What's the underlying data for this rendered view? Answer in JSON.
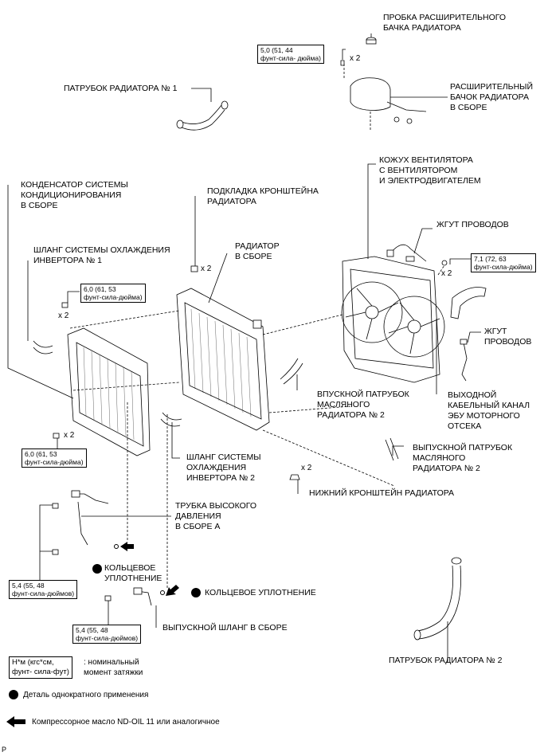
{
  "labels": {
    "cap": [
      "ПРОБКА РАСШИРИТЕЛЬНОГО",
      "БАЧКА РАДИАТОРА"
    ],
    "reserve_tank": [
      "РАСШИРИТЕЛЬНЫЙ",
      "БАЧОК РАДИАТОРА",
      "В СБОРЕ"
    ],
    "hose1": [
      "ПАТРУБОК РАДИАТОРА № 1"
    ],
    "fan_shroud": [
      "КОЖУХ ВЕНТИЛЯТОРА",
      "С ВЕНТИЛЯТОРОМ",
      "И ЭЛЕКТРОДВИГАТЕЛЕМ"
    ],
    "condenser": [
      "КОНДЕНСАТОР СИСТЕМЫ",
      "КОНДИЦИОНИРОВАНИЯ",
      "В СБОРЕ"
    ],
    "support_cushion": [
      "ПОДКЛАДКА КРОНШТЕЙНА",
      "РАДИАТОРА"
    ],
    "wire_harness1": [
      "ЖГУТ ПРОВОДОВ"
    ],
    "inverter_hose1": [
      "ШЛАНГ СИСТЕМЫ ОХЛАЖДЕНИЯ",
      "ИНВЕРТОРА № 1"
    ],
    "radiator": [
      "РАДИАТОР",
      "В СБОРЕ"
    ],
    "wire_harness2": [
      "ЖГУТ",
      "ПРОВОДОВ"
    ],
    "oil_inlet": [
      "ВПУСКНОЙ ПАТРУБОК",
      "МАСЛЯНОГО",
      "РАДИАТОРА № 2"
    ],
    "ecu_duct": [
      "ВЫХОДНОЙ",
      "КАБЕЛЬНЫЙ КАНАЛ",
      "ЭБУ МОТОРНОГО",
      "ОТСЕКА"
    ],
    "inverter_hose2": [
      "ШЛАНГ СИСТЕМЫ",
      "ОХЛАЖДЕНИЯ",
      "ИНВЕРТОРА № 2"
    ],
    "oil_outlet": [
      "ВЫПУСКНОЙ ПАТРУБОК",
      "МАСЛЯНОГО",
      "РАДИАТОРА № 2"
    ],
    "lower_support": [
      "НИЖНИЙ КРОНШТЕЙН РАДИАТОРА"
    ],
    "hp_tube": [
      "ТРУБКА ВЫСОКОГО",
      "ДАВЛЕНИЯ",
      "В СБОРЕ А"
    ],
    "oring1": [
      "КОЛЬЦЕВОЕ",
      "УПЛОТНЕНИЕ"
    ],
    "oring2": [
      "КОЛЬЦЕВОЕ УПЛОТНЕНИЕ"
    ],
    "discharge_hose": [
      "ВЫПУСКНОЙ ШЛАНГ В СБОРЕ"
    ],
    "hose2": [
      "ПАТРУБОК РАДИАТОРА № 2"
    ]
  },
  "torque": {
    "t1": [
      "5,0 (51, 44",
      "фунт-сила- дюйма)"
    ],
    "t2": [
      "6,0 (61, 53",
      "фунт-сила-дюйма)"
    ],
    "t3": [
      "7,1 (72, 63",
      "фунт-сила-дюйма)"
    ],
    "t4": [
      "6,0 (61, 53",
      "фунт-сила-дюйма)"
    ],
    "t5": [
      "5,4 (55, 48",
      "фунт-сила-дюймов)"
    ],
    "t6": [
      "5,4 (55, 48",
      "фунт-сила-дюймов)"
    ]
  },
  "qty": "x 2",
  "legend": {
    "torque_box": [
      "Н*м (кгс*см,",
      "фунт- сила-фут)"
    ],
    "torque_desc": [
      ": номинальный",
      "момент затяжки"
    ],
    "non_reusable": "Деталь однократного применения",
    "oil": "Компрессорное масло ND-OIL 11 или аналогичное"
  },
  "corner_mark": "P"
}
